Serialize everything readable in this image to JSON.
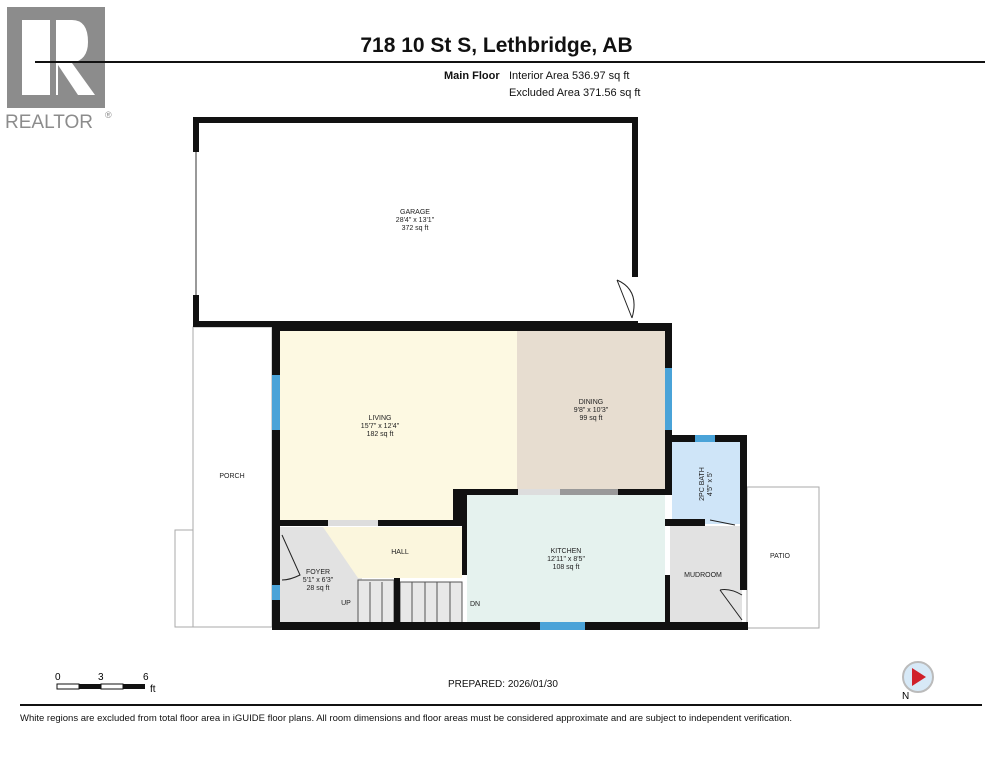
{
  "logo": {
    "text": "REALTOR",
    "mark": "®",
    "color": "#8c8c8c"
  },
  "header": {
    "title": "718 10 St S, Lethbridge, AB",
    "floor": "Main Floor",
    "interior_area": "Interior Area 536.97 sq ft",
    "excluded_area": "Excluded Area 371.56 sq ft"
  },
  "rooms": [
    {
      "name": "GARAGE",
      "dims": "28'4\" x 13'1\"",
      "area": "372 sq ft",
      "color": "#ffffff"
    },
    {
      "name": "LIVING",
      "dims": "15'7\" x 12'4\"",
      "area": "182 sq ft",
      "color": "#fdf9e2"
    },
    {
      "name": "DINING",
      "dims": "9'8\" x 10'3\"",
      "area": "99 sq ft",
      "color": "#e7ddd0"
    },
    {
      "name": "2PC BATH",
      "dims": "4'5\" x 5'",
      "area": "",
      "color": "#cfe5f8"
    },
    {
      "name": "KITCHEN",
      "dims": "12'11\" x 8'5\"",
      "area": "108 sq ft",
      "color": "#e5f2ee"
    },
    {
      "name": "HALL",
      "dims": "",
      "area": "",
      "color": "#fbf6dd"
    },
    {
      "name": "FOYER",
      "dims": "5'1\" x 6'3\"",
      "area": "28 sq ft",
      "color": "#e2e2e2"
    },
    {
      "name": "MUDROOM",
      "dims": "",
      "area": "",
      "color": "#e2e2e2"
    },
    {
      "name": "PORCH",
      "dims": "",
      "area": "",
      "color": "#ffffff"
    },
    {
      "name": "PATIO",
      "dims": "",
      "area": "",
      "color": "#ffffff"
    }
  ],
  "stairs": {
    "up": "UP",
    "down": "DN"
  },
  "colors": {
    "wall": "#111111",
    "window": "#4aa3d8"
  },
  "scale": {
    "ticks": [
      "0",
      "3",
      "6"
    ],
    "unit": "ft"
  },
  "compass": {
    "label": "N",
    "needle_color": "#d0202a"
  },
  "footer": {
    "prepared": "PREPARED: 2026/01/30",
    "disclaimer": "White regions are excluded from total floor area in iGUIDE floor plans. All room dimensions and floor areas must be considered approximate and are subject to independent verification."
  }
}
